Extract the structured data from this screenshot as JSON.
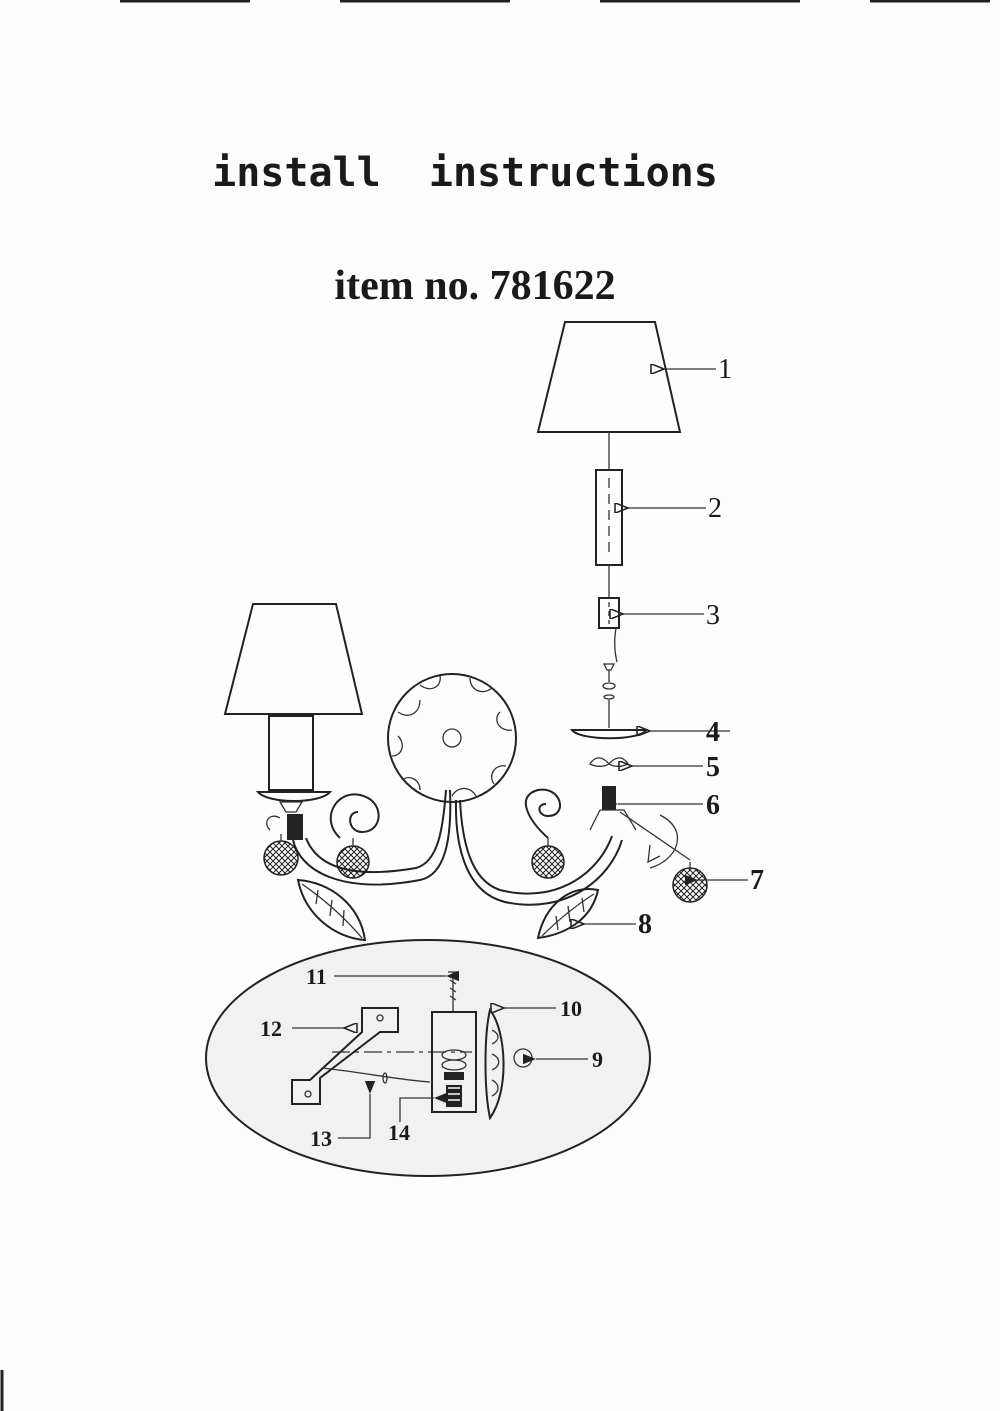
{
  "header": {
    "title": "install  instructions",
    "item_number": "item no. 781622"
  },
  "parts": {
    "p1": "1",
    "p2": "2",
    "p3": "3",
    "p4": "4",
    "p5": "5",
    "p6": "6",
    "p7": "7",
    "p8": "8",
    "p9": "9",
    "p10": "10",
    "p11": "11",
    "p12": "12",
    "p13": "13",
    "p14": "14"
  },
  "colors": {
    "ink": "#1a1a1a",
    "paper": "#fdfdfd"
  }
}
